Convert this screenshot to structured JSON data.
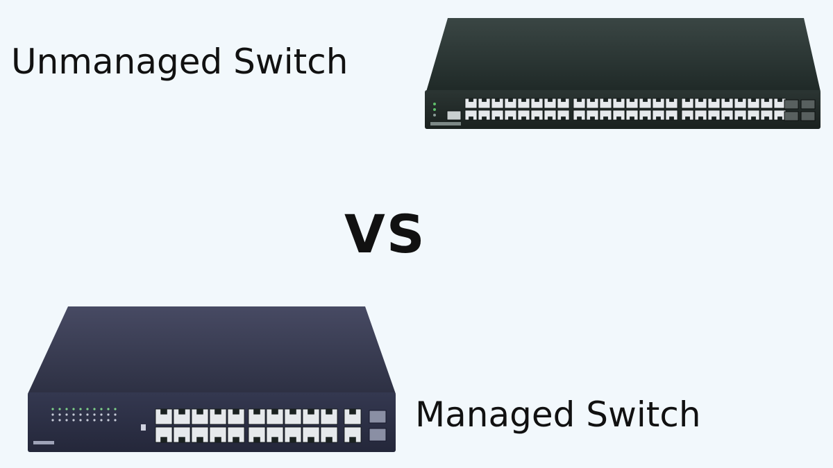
{
  "titles": {
    "unmanaged": "Unmanaged Switch",
    "versus": "VS",
    "managed": "Managed Switch"
  },
  "images": {
    "top_switch": {
      "icon": "rack-switch-48-port",
      "port_groups": 3,
      "ports_per_row": 8,
      "rows": 2,
      "sfp_slots": 4,
      "body_color": "#2f3a38"
    },
    "bottom_switch": {
      "icon": "desktop-switch-24-port",
      "port_groups": 2,
      "ports_per_row": 5,
      "rows": 2,
      "extra_ports": 2,
      "sfp_slots": 2,
      "body_color": "#33364a"
    }
  },
  "colors": {
    "background": "#f2f8fc",
    "text": "#111111"
  }
}
